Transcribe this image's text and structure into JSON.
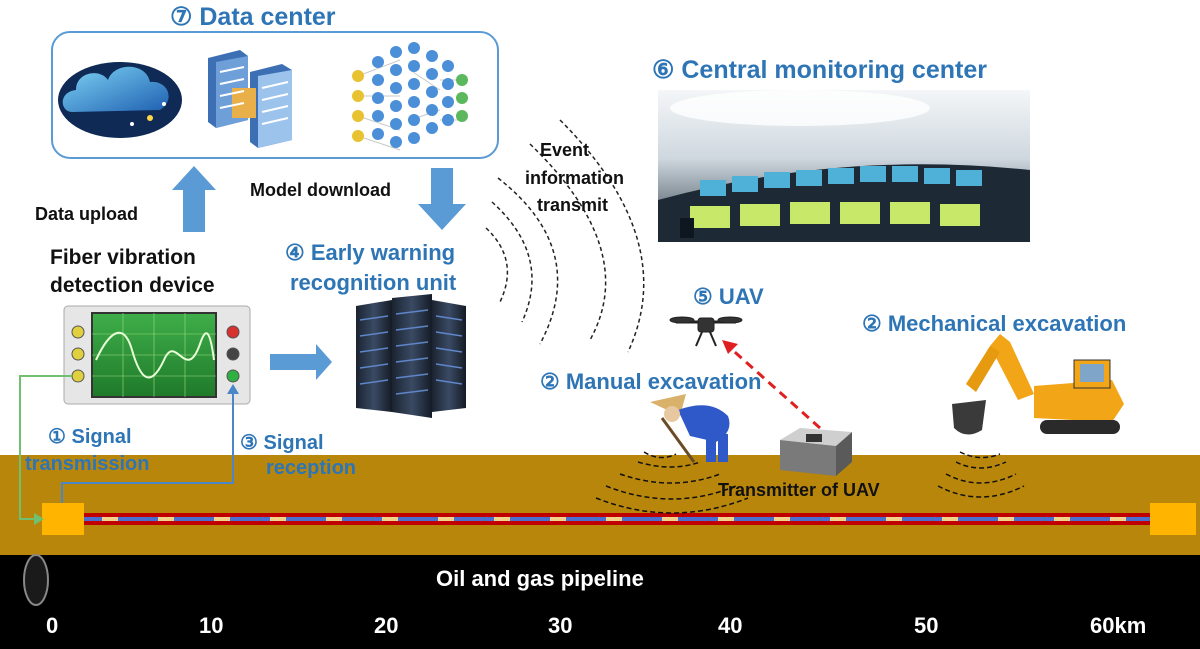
{
  "labels": {
    "data_center": "⑦ Data center",
    "central_monitoring": "⑥ Central monitoring center",
    "event_line1": "Event",
    "event_line2": "information",
    "event_line3": "transmit",
    "model_download": "Model download",
    "data_upload": "Data upload",
    "fiber_line1": "Fiber vibration",
    "fiber_line2": "detection device",
    "early_warning_line1": "④ Early warning",
    "early_warning_line2": "recognition unit",
    "uav": "⑤ UAV",
    "mechanical_excavation": "② Mechanical excavation",
    "manual_excavation": "② Manual excavation",
    "signal_transmission_line1": "① Signal",
    "signal_transmission_line2": "transmission",
    "signal_reception_line1": "③ Signal",
    "signal_reception_line2": "reception",
    "transmitter_of_uav": "Transmitter of UAV",
    "pipeline": "Oil and gas pipeline"
  },
  "km_scale": [
    "0",
    "10",
    "20",
    "30",
    "40",
    "50",
    "60km"
  ],
  "colors": {
    "label_blue": "#2e75b6",
    "soil": "#b8860b",
    "ground_bottom": "#000000",
    "pipe": "#000000",
    "fiber_red": "#c00000",
    "fiber_blue": "#4a6fd1",
    "marker": "#ffb400",
    "arrow_blue": "#5b9bd5",
    "link_green": "#70c070",
    "link_blue": "#4a86c8",
    "uav_dash": "#e02020"
  },
  "icons": [
    "cloud-icon",
    "server-icon",
    "neural-network-icon",
    "control-room-photo",
    "oscilloscope-device-icon",
    "server-rack-icon",
    "drone-icon",
    "worker-icon",
    "transmitter-box-icon",
    "excavator-icon"
  ]
}
